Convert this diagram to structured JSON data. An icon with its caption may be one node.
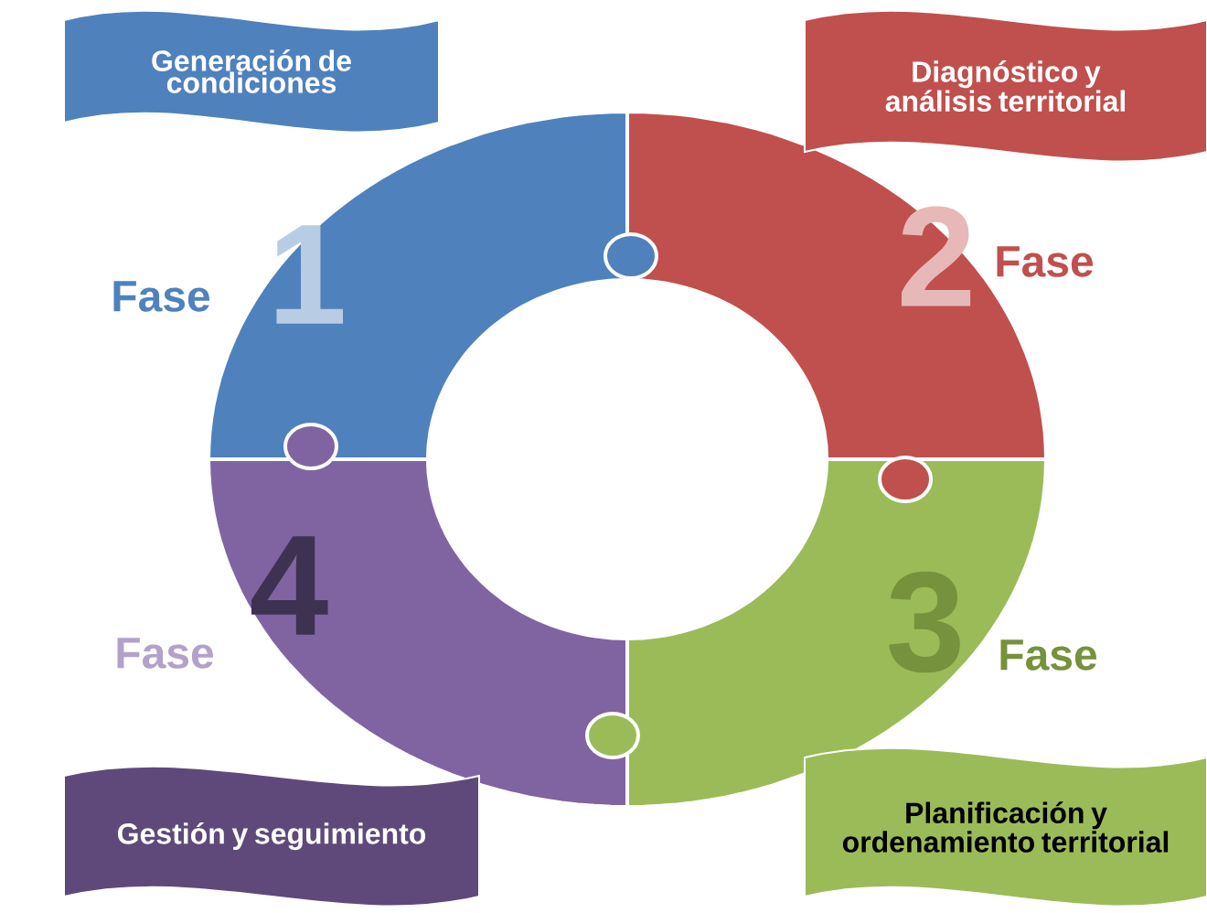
{
  "diagram": {
    "nodes": [
      {
        "text": [
          "Generación de condiciones"
        ]
      },
      {
        "text": [
          "Diagnóstico y análisis territorial"
        ]
      },
      {
        "text": [
          "Fase",
          "1"
        ]
      },
      {
        "text": [
          "2",
          "Fase"
        ]
      },
      {
        "text": [
          "4",
          "Fase"
        ]
      },
      {
        "text": [
          "3",
          "Fase"
        ]
      },
      {
        "text": [
          "Gestión y seguimiento"
        ]
      },
      {
        "text": [
          "Planificación y ordenamiento territorial"
        ]
      }
    ]
  }
}
